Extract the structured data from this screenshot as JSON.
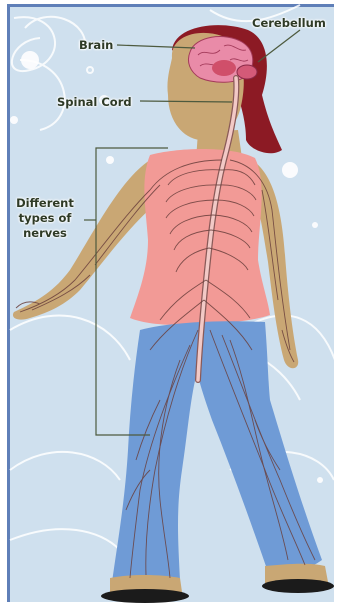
{
  "labels": {
    "brain": "Brain",
    "cerebellum": "Cerebellum",
    "spinal_cord": "Spinal Cord",
    "nerves_line1": "Different",
    "nerves_line2": "types of",
    "nerves_line3": "nerves"
  },
  "colors": {
    "background": "#cfe0ee",
    "frame": "#5f7fb8",
    "skin": "#c9a774",
    "hair": "#8c1a24",
    "shirt": "#f29a96",
    "pants": "#6f9bd6",
    "nerve": "#6a3f3c",
    "brain": "#e98ba8",
    "spinal_cord": "#f2c9c6",
    "leader_line": "#4d5a3e"
  }
}
